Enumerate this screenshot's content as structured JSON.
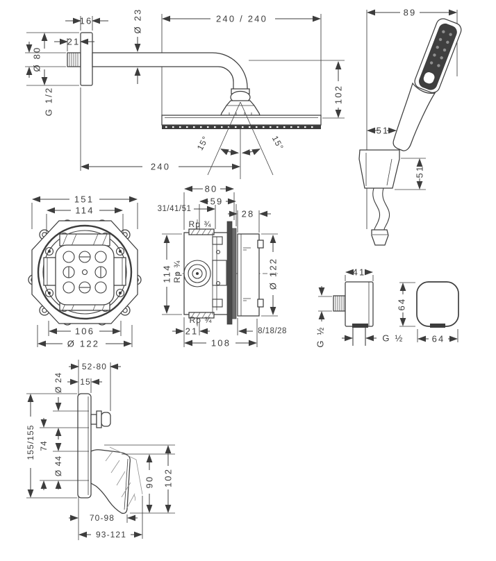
{
  "meta": {
    "description": "Technical dimensional drawing of a concealed shower set (overhead shower with arm, hand shower set, concealed basic body front and side, wall outlet with holder cover, single lever bath mixer trim)",
    "ink_color": "#3d3d3d",
    "background_color": "#ffffff",
    "units": "mm"
  },
  "views": {
    "overhead": {
      "flange_thickness": "16",
      "thread_length": "21",
      "flange_diameter": "Ø 80",
      "thread_size": "G 1/2",
      "arm_diameter": "Ø 23",
      "head_size": "240 / 240",
      "head_drop": "102",
      "tilt_left": "15°",
      "tilt_right": "15°",
      "projection": "240"
    },
    "handshower": {
      "set_width": "89",
      "holder_depth": "51",
      "holder_height": "51"
    },
    "ibox_front": {
      "housing_width": "151",
      "opening_width": "114",
      "bolt_spacing": "106",
      "escutcheon_diameter": "Ø 122"
    },
    "ibox_side": {
      "total_depth": "80",
      "housing_depth": "59",
      "installation_depth": "31/41/51",
      "connection_top": "Rp ¾",
      "shield_depth": "28",
      "housing_height": "114",
      "connection_side": "Rp ¾",
      "shield_diameter": "Ø 122",
      "connection_bottom": "Rp ¾",
      "rear_clearance": "21",
      "front_projection": "8/18/28",
      "overall_depth": "108"
    },
    "outlet": {
      "body_width": "41",
      "wall_thread": "G ½",
      "hose_thread": "G ½",
      "body_height": "64",
      "cover_size": "64"
    },
    "trim": {
      "mounting_depth_range": "52-80",
      "plate_thickness": "15",
      "stem_diameter": "Ø 24",
      "plate_size": "155/155",
      "axis_offset": "74",
      "hub_diameter": "Ø 44",
      "lever_height": "90",
      "lever_overall": "102",
      "lever_reach": "70-98",
      "lever_reach_max": "93-121"
    }
  }
}
